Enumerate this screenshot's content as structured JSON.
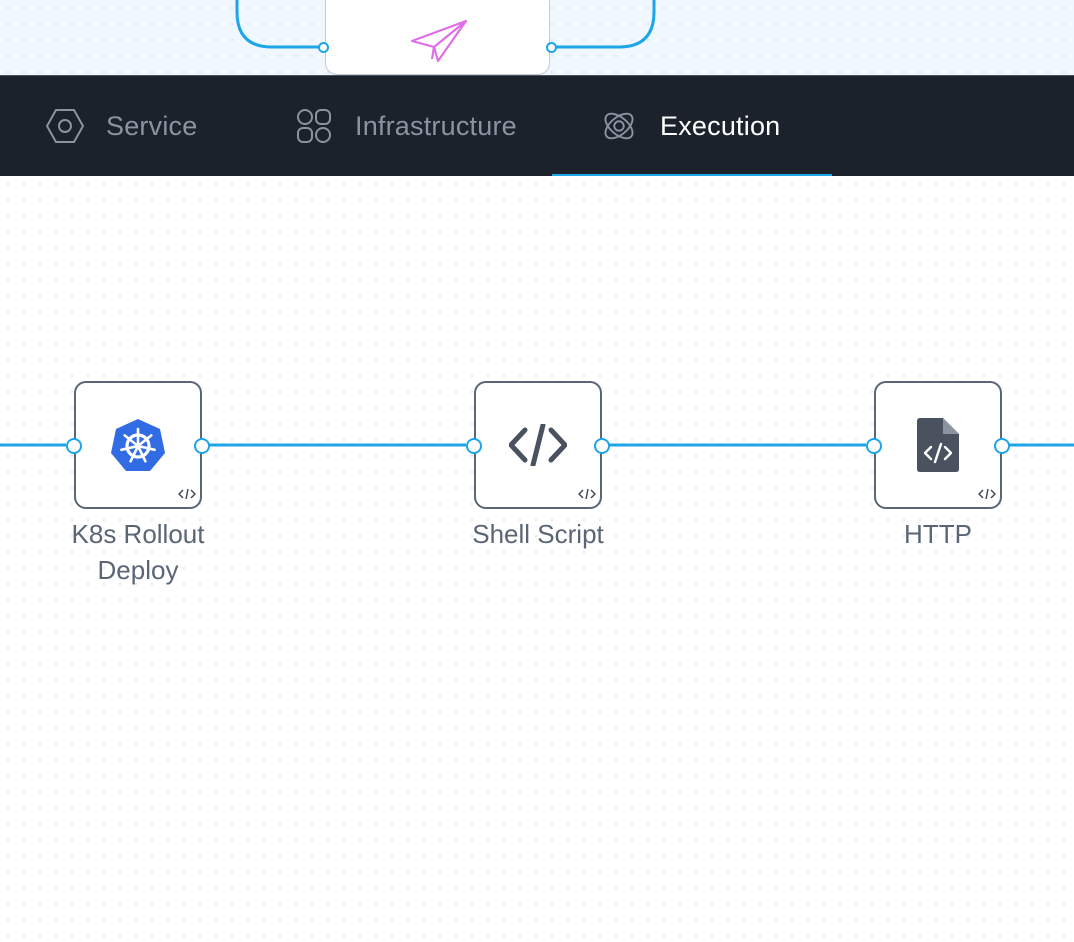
{
  "tabs": [
    {
      "label": "Service",
      "icon": "service-hexagon-icon",
      "active": false
    },
    {
      "label": "Infrastructure",
      "icon": "infrastructure-grid-icon",
      "active": false
    },
    {
      "label": "Execution",
      "icon": "execution-atom-icon",
      "active": true
    }
  ],
  "steps": [
    {
      "label": "K8s Rollout Deploy",
      "icon": "kubernetes-icon"
    },
    {
      "label": "Shell Script",
      "icon": "code-brackets-icon"
    },
    {
      "label": "HTTP",
      "icon": "http-file-code-icon"
    }
  ],
  "colors": {
    "accent": "#1ea5e8",
    "tabbar_bg": "#1c222b",
    "tab_inactive": "#8b93a1",
    "tab_active": "#ffffff",
    "node_border": "#5a6576",
    "kubernetes_blue": "#326ce5",
    "plane_pink": "#e06ee8"
  }
}
